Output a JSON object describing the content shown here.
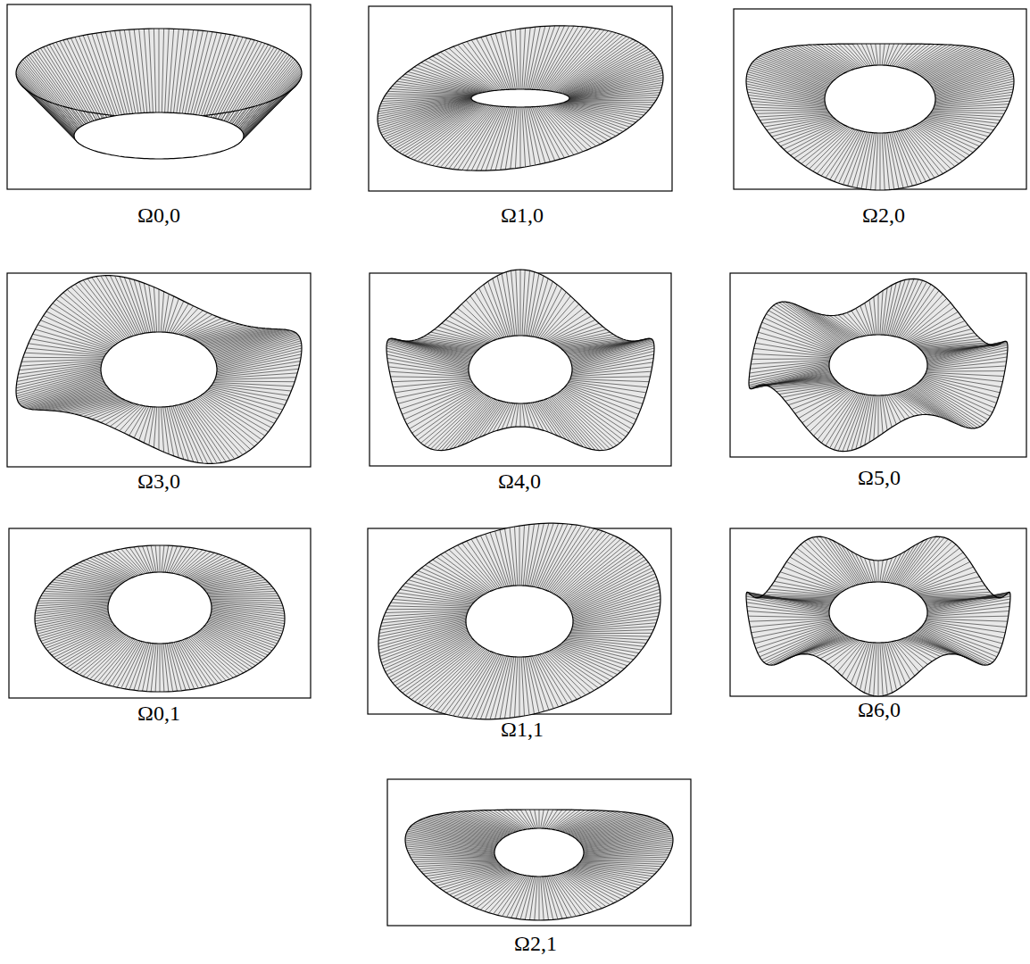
{
  "diagram": {
    "labels": [
      "Ω0,0",
      "Ω1,0",
      "Ω2,0",
      "Ω3,0",
      "Ω4,0",
      "Ω5,0",
      "Ω0,1",
      "Ω1,1",
      "Ω6,0",
      "Ω2,1"
    ]
  }
}
